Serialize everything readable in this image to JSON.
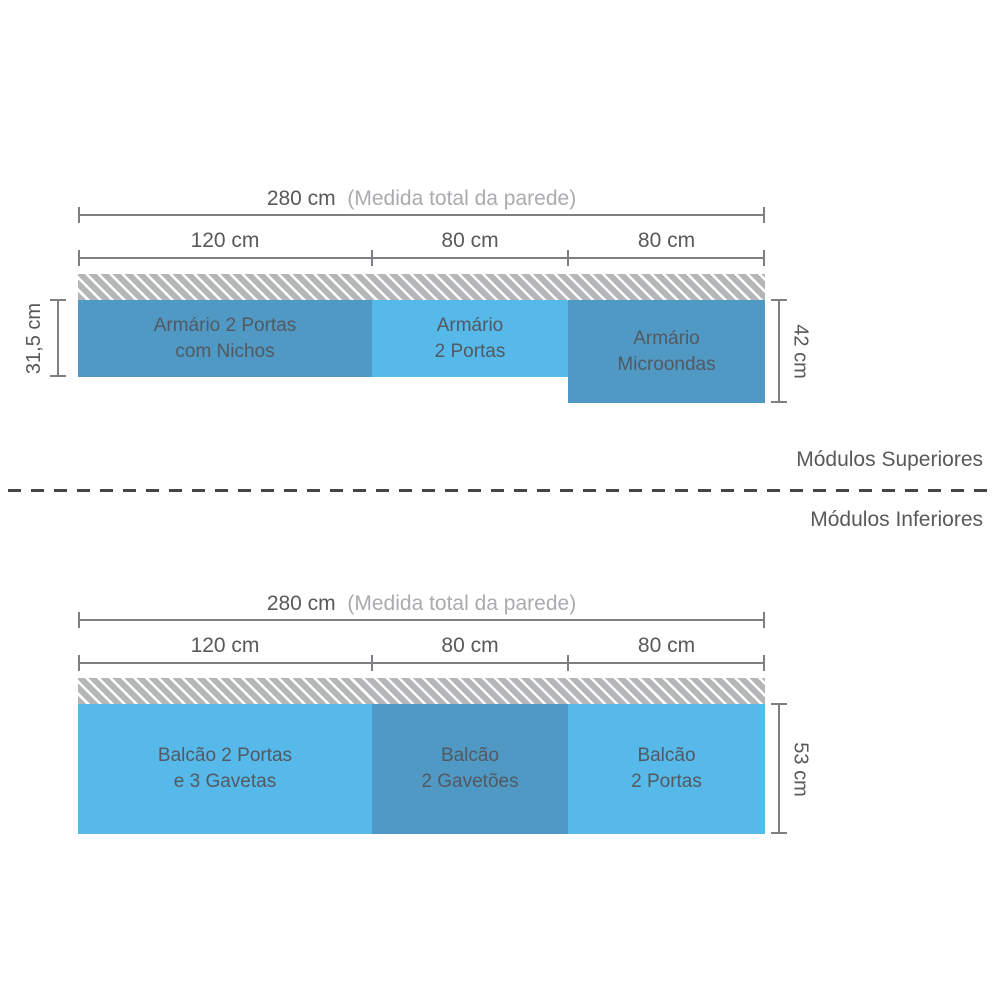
{
  "colors": {
    "dark_blue": "#4f99c4",
    "light_blue": "#57b9e9",
    "hatch_gray": "#b4b6b8",
    "dimension_gray": "#7d7f82",
    "text_dark": "#58595b",
    "text_note": "#a9abae",
    "module_text": "#525961",
    "dash_color": "#444648"
  },
  "upper": {
    "total": "280 cm",
    "total_note": "(Medida total da parede)",
    "segments": [
      "120 cm",
      "80 cm",
      "80 cm"
    ],
    "modules": [
      {
        "line1": "Armário 2 Portas",
        "line2": "com Nichos",
        "width": "120 cm",
        "height": "31,5 cm",
        "color": "dark_blue"
      },
      {
        "line1": "Armário",
        "line2": "2 Portas",
        "width": "80 cm",
        "height": "31,5 cm",
        "color": "light_blue"
      },
      {
        "line1": "Armário",
        "line2": "Microondas",
        "width": "80 cm",
        "height": "42 cm",
        "color": "dark_blue"
      }
    ],
    "height_left": "31,5 cm",
    "height_right": "42 cm",
    "caption": "Módulos Superiores"
  },
  "lower": {
    "total": "280 cm",
    "total_note": "(Medida total da parede)",
    "segments": [
      "120 cm",
      "80 cm",
      "80 cm"
    ],
    "modules": [
      {
        "line1": "Balcão 2 Portas",
        "line2": "e 3 Gavetas",
        "width": "120 cm",
        "height": "53 cm",
        "color": "light_blue"
      },
      {
        "line1": "Balcão",
        "line2": "2 Gavetões",
        "width": "80 cm",
        "height": "53 cm",
        "color": "dark_blue"
      },
      {
        "line1": "Balcão",
        "line2": "2 Portas",
        "width": "80 cm",
        "height": "53 cm",
        "color": "light_blue"
      }
    ],
    "height_right": "53 cm",
    "caption": "Módulos Inferiores"
  }
}
